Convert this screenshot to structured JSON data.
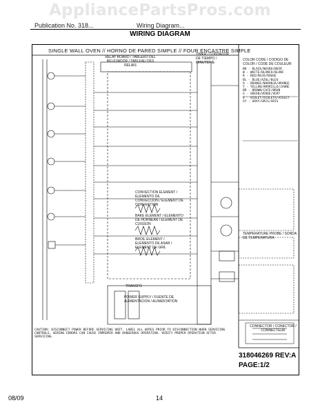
{
  "watermark": "AppliancePartsPros.com",
  "header": {
    "left": "Publication No. 318...",
    "mid": "Wiring Diagram...",
    "title": "WIRING DIAGRAM"
  },
  "diagram": {
    "banner": "SINGLE WALL OVEN // HORNO DE PARED SIMPLE // FOUR ENCASTRE SIMPLE",
    "relay_board": "RELAY BOARD / TABLERO DEL RELEVADOR / TABLEAU DES RELAIS",
    "timer": "TIMER / CONTADOR DE TIEMPO / MINUTERIE",
    "transformer": "TRANSFO",
    "power_supply": "POWER SUPPLY / FUENTE DE ALIMENTACION / ALIMENTATION",
    "convection": "CONVECTION ELEMENT / ELEMENTO DE CONVECCION / ELEMENT DE CONVECTION",
    "bake": "BAKE ELEMENT / ELEMENTO DE HORNEAR / ELEMENT DE CUISSON",
    "broil": "BROIL ELEMENT / ELEMENTO DE ASAR / ELEMENT DE GRIL",
    "temp_sensor": "TEMPERATURE PROBE / SONDA DE TEMPERATURA",
    "color_legend_title": "COLOR CODE / CODIGO DE COLOR / CODE DE COULEUR",
    "color_legend": [
      "BK - BLACK/NEGRO/NOIR",
      "W - WHITE/BLANCO/BLANC",
      "R - RED/ROJO/ROUGE",
      "BL - BLUE/AZUL/BLEU",
      "O - ORANGE/NARANJA/ORANGE",
      "Y - YELLOW/AMARILLO/JAUNE",
      "BR - BROWN/CAFE/BRUN",
      "G - GREEN/VERDE/VERT",
      "V - VIOLET/VIOLETA/VIOLET",
      "GY - GRAY/GRIS/GRIS"
    ],
    "caution_text": "CAUTION: DISCONNECT POWER BEFORE SERVICING UNIT. LABEL ALL WIRES PRIOR TO DISCONNECTION WHEN SERVICING CONTROLS. WIRING ERRORS CAN CAUSE IMPROPER AND DANGEROUS OPERATION. VERIFY PROPER OPERATION AFTER SERVICING.",
    "part_number": "318046269 REV:A",
    "page": "PAGE:1/2",
    "connector_legend": "CONNECTOR / CONECTOR / CONNECTEUR"
  },
  "footer": {
    "date": "08/09",
    "page": "14"
  }
}
